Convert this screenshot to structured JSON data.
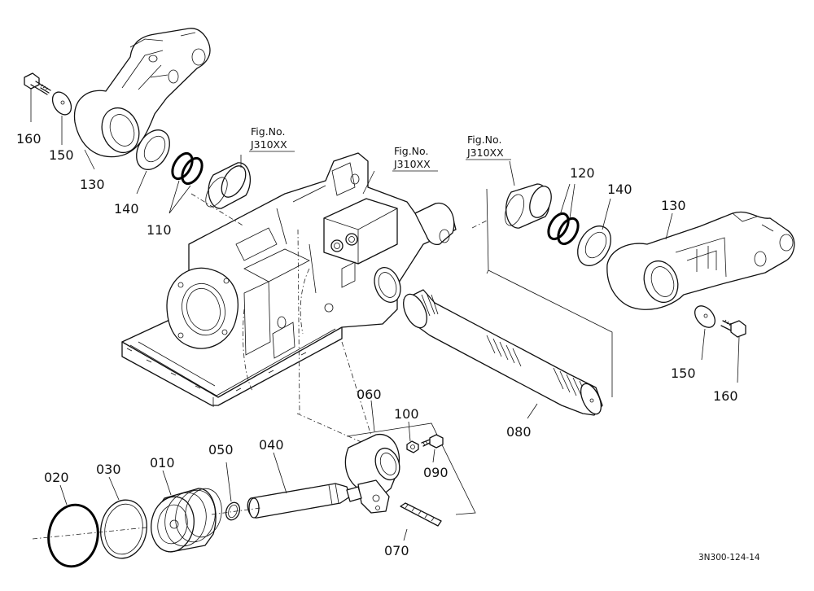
{
  "labels": {
    "p160_left": "160",
    "p150_left": "150",
    "p130_left": "130",
    "p140_left": "140",
    "p110": "110",
    "p120": "120",
    "p140_right": "140",
    "p130_right": "130",
    "p150_right": "150",
    "p160_right": "160",
    "p060": "060",
    "p100": "100",
    "p090": "090",
    "p080": "080",
    "p070": "070",
    "p040": "040",
    "p050": "050",
    "p010": "010",
    "p030": "030",
    "p020": "020"
  },
  "fig_refs": {
    "ref1_line1": "Fig.No.",
    "ref1_line2": "J310XX",
    "ref2_line1": "Fig.No.",
    "ref2_line2": "J310XX",
    "ref3_line1": "Fig.No.",
    "ref3_line2": "J310XX"
  },
  "drawing_code": "3N300-124-14"
}
